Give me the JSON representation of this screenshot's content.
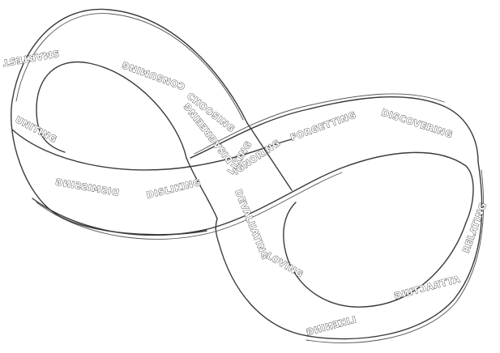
{
  "diagram": {
    "stroke_color": "#3a3a3a",
    "background": "#ffffff",
    "words": [
      {
        "id": "smartest",
        "text": "SMARTEST"
      },
      {
        "id": "consuming",
        "text": "CONSUMING"
      },
      {
        "id": "choosing",
        "text": "CHOOSING"
      },
      {
        "id": "uniting",
        "text": "UNITING"
      },
      {
        "id": "disagreeing",
        "text": "DISAGREEING"
      },
      {
        "id": "liking",
        "text": "LIKING"
      },
      {
        "id": "dismissing",
        "text": "DISMISSING"
      },
      {
        "id": "disliking",
        "text": "DISLIKING"
      },
      {
        "id": "ignoring",
        "text": "IGNORING"
      },
      {
        "id": "forgetting",
        "text": "FORGETTING"
      },
      {
        "id": "discovering",
        "text": "DISCOVERING"
      },
      {
        "id": "devaluating",
        "text": "DEVALUATING"
      },
      {
        "id": "loving",
        "text": "LOVING"
      },
      {
        "id": "likening",
        "text": "LIKENING"
      },
      {
        "id": "attracting",
        "text": "ATTRACTING"
      },
      {
        "id": "relating",
        "text": "RELATING"
      }
    ]
  }
}
